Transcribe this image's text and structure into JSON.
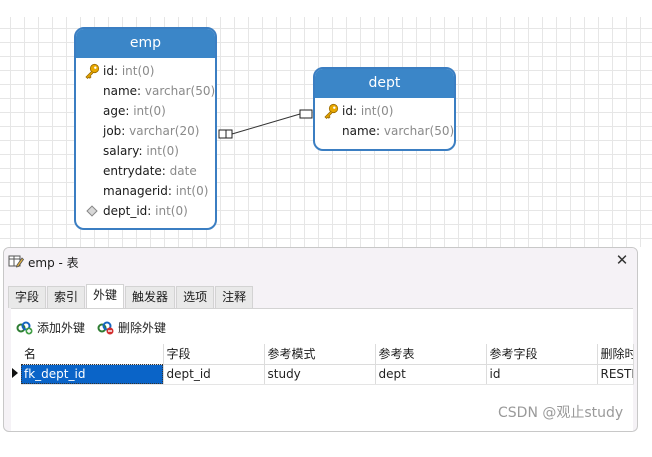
{
  "diagram": {
    "entities": [
      {
        "name": "emp",
        "fields": [
          {
            "name": "id",
            "type": "int(0)",
            "marker": "key-icon"
          },
          {
            "name": "name",
            "type": "varchar(50)",
            "marker": ""
          },
          {
            "name": "age",
            "type": "int(0)",
            "marker": ""
          },
          {
            "name": "job",
            "type": "varchar(20)",
            "marker": ""
          },
          {
            "name": "salary",
            "type": "int(0)",
            "marker": ""
          },
          {
            "name": "entrydate",
            "type": "date",
            "marker": ""
          },
          {
            "name": "managerid",
            "type": "int(0)",
            "marker": ""
          },
          {
            "name": "dept_id",
            "type": "int(0)",
            "marker": "diamond-icon"
          }
        ]
      },
      {
        "name": "dept",
        "fields": [
          {
            "name": "id",
            "type": "int(0)",
            "marker": "key-icon"
          },
          {
            "name": "name",
            "type": "varchar(50)",
            "marker": ""
          }
        ]
      }
    ],
    "key_color": "#e8a800",
    "header_color": "#3b86c8"
  },
  "dialog": {
    "title": "emp - 表",
    "close_glyph": "✕",
    "tabs": [
      {
        "label": "字段",
        "active": false
      },
      {
        "label": "索引",
        "active": false
      },
      {
        "label": "外键",
        "active": true
      },
      {
        "label": "触发器",
        "active": false
      },
      {
        "label": "选项",
        "active": false
      },
      {
        "label": "注释",
        "active": false
      }
    ],
    "toolbar": {
      "add_label": "添加外键",
      "delete_label": "删除外键"
    },
    "grid": {
      "columns": [
        "名",
        "字段",
        "参考模式",
        "参考表",
        "参考字段",
        "删除时"
      ],
      "rows": [
        [
          "fk_dept_id",
          "dept_id",
          "study",
          "dept",
          "id",
          "RESTRICT"
        ]
      ]
    }
  },
  "watermark": "CSDN @观止study"
}
